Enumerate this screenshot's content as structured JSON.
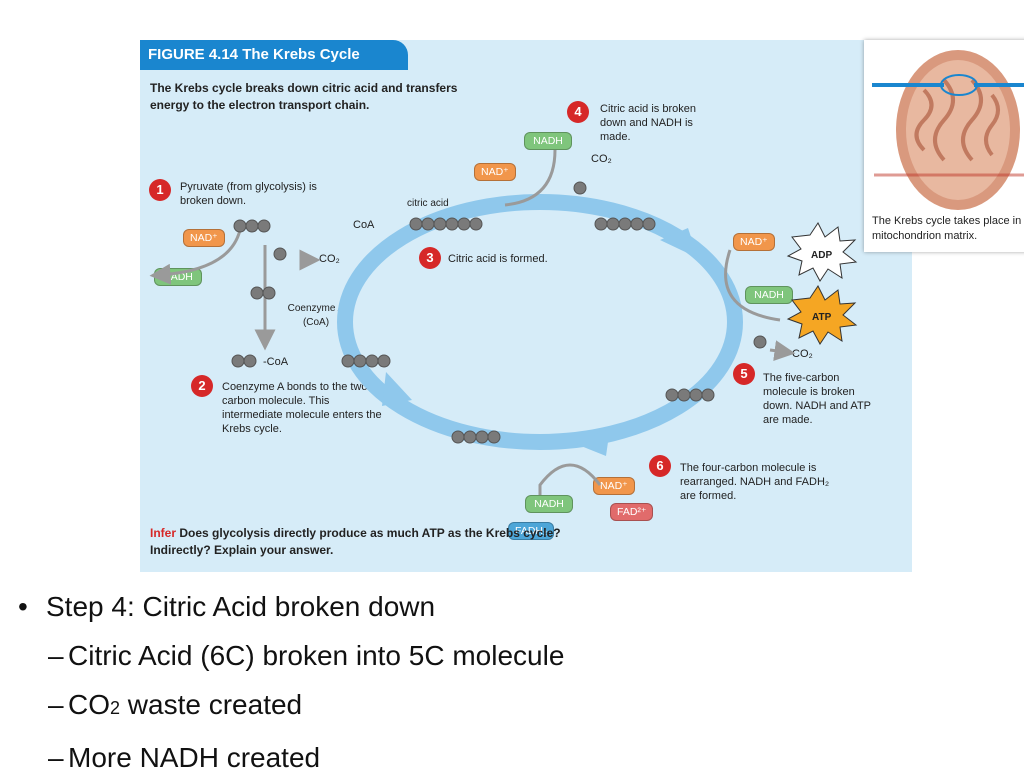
{
  "figure": {
    "title": "FIGURE 4.14  The Krebs Cycle",
    "subtitle": "The Krebs cycle breaks down citric acid and transfers energy to the electron transport chain.",
    "inset_caption": "The Krebs cycle takes place in the mitochondrion matrix.",
    "steps": {
      "s1": {
        "num": "1",
        "text": "Pyruvate (from glycolysis) is broken down."
      },
      "s2": {
        "num": "2",
        "text": "Coenzyme A bonds to the two-carbon molecule. This intermediate molecule enters the Krebs cycle."
      },
      "s3": {
        "num": "3",
        "text": "Citric acid is formed."
      },
      "s4": {
        "num": "4",
        "text": "Citric acid is broken down and NADH is made."
      },
      "s5": {
        "num": "5",
        "text": "The five-carbon molecule is broken down. NADH and ATP are made."
      },
      "s6": {
        "num": "6",
        "text": "The four-carbon molecule is rearranged. NADH and FADH₂ are formed."
      }
    },
    "labels": {
      "citric_acid": "citric acid",
      "coa": "CoA",
      "co2": "CO₂",
      "coenzyme_a": "Coenzyme A (CoA)",
      "cc_coa": "-CoA",
      "adp": "ADP",
      "atp": "ATP"
    },
    "pills": {
      "nad_plus": "NAD⁺",
      "nadh": "NADH",
      "fad": "FAD²⁺",
      "fadh2": "FADH₂"
    },
    "infer": {
      "keyword": "Infer",
      "text": "Does glycolysis directly produce as much ATP as the Krebs cycle? Indirectly? Explain your answer."
    }
  },
  "bullets": {
    "main": "Step 4: Citric Acid broken down",
    "sub1": "Citric Acid (6C) broken into 5C molecule",
    "sub2_a": "CO",
    "sub2_sub": "2",
    "sub2_b": " waste created",
    "sub3": "More NADH created"
  },
  "colors": {
    "title_bar": "#1a86cf",
    "figure_bg": "#d6ecf8",
    "cycle_arrow": "#8fc8ec",
    "step_badge": "#d62828",
    "nad": "#f1964b",
    "nadh": "#7fc57c",
    "fad": "#e16b6b",
    "fadh2": "#4da6d8"
  }
}
